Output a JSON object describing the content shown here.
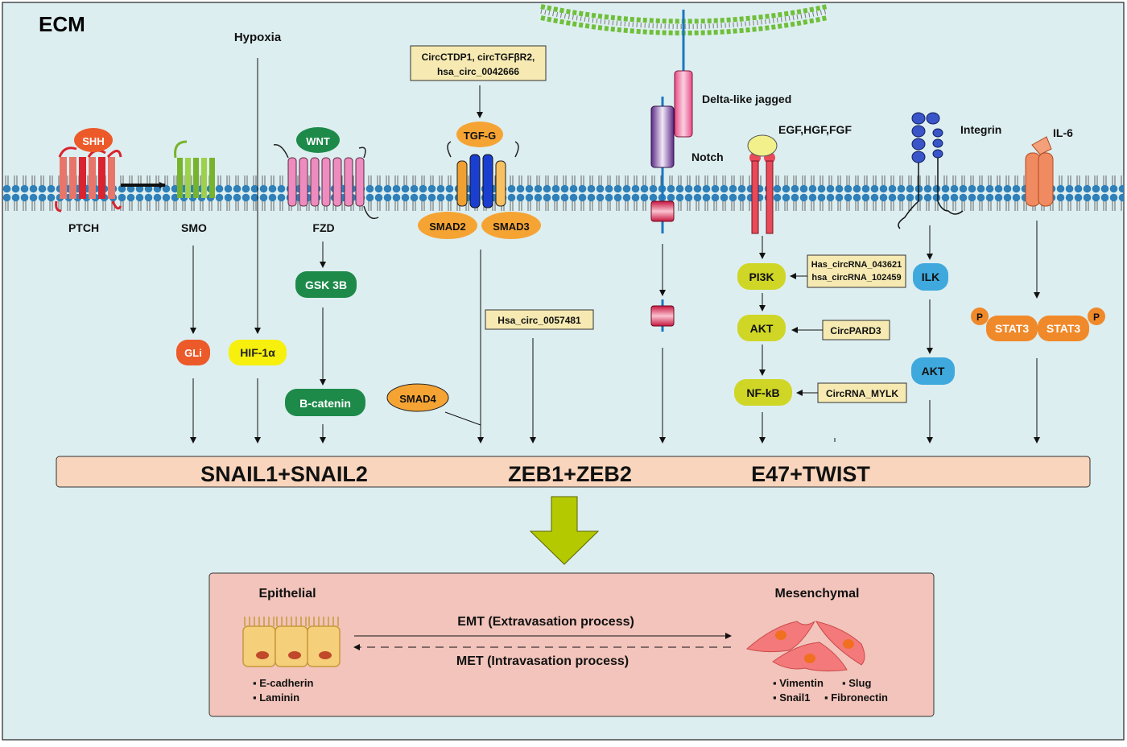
{
  "ecm_label": "ECM",
  "hypoxia": "Hypoxia",
  "shh": "SHH",
  "ptch": "PTCH",
  "smo": "SMO",
  "gli": "GLi",
  "hif": "HIF-1α",
  "wnt": "WNT",
  "fzd": "FZD",
  "gsk": "GSK 3B",
  "bcatenin": "B-catenin",
  "circ_tgf": [
    "CircCTDP1, circTGFβR2,",
    "hsa_circ_0042666"
  ],
  "tgf": "TGF-G",
  "smad2": "SMAD2",
  "smad3": "SMAD3",
  "smad4": "SMAD4",
  "hsa_circ_57481": "Hsa_circ_0057481",
  "delta": "Delta-like jagged",
  "notch": "Notch",
  "egf": "EGF,HGF,FGF",
  "pi3k": "PI3K",
  "akt1": "AKT",
  "nfkb": "NF-kB",
  "circ_pi3k": [
    "Has_circRNA_043621",
    "hsa_circRNA_102459"
  ],
  "circ_pard3": "CircPARD3",
  "circ_mylk": "CircRNA_MYLK",
  "integrin": "Integrin",
  "ilk": "ILK",
  "akt2": "AKT",
  "il6": "IL-6",
  "p_label": "P",
  "stat3": "STAT3",
  "tf_snail": "SNAIL1+SNAIL2",
  "tf_zeb": "ZEB1+ZEB2",
  "tf_twist": "E47+TWIST",
  "epithelial": "Epithelial",
  "mesenchymal": "Mesenchymal",
  "emt": "EMT (Extravasation process)",
  "met": "MET (Intravasation process)",
  "epi_markers": [
    "▪ E-cadherin",
    "▪ Laminin"
  ],
  "mes_markers": [
    "▪ Vimentin",
    "▪ Slug",
    "▪ Snail1",
    "▪ Fibronectin"
  ],
  "colors": {
    "background": "#ddeef0",
    "membrane_head": "#2f7fb8",
    "orange_node": "#f5a434",
    "green_node": "#1e8a4a",
    "lime_node": "#cfd626",
    "blue_node": "#3fa9dd",
    "yellow_node": "#f6f00c",
    "red_node": "#ec5a2a",
    "note_box": "#f6eab2",
    "tf_bar": "#f8d5bc",
    "emt_panel": "#f2c4bb",
    "big_arrow": "#b5c900"
  }
}
